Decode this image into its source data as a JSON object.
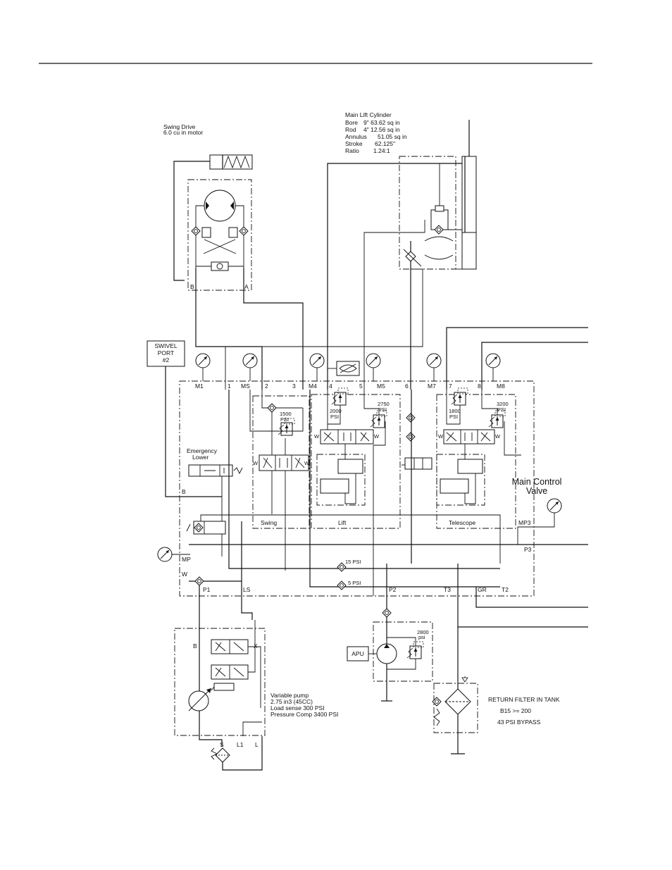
{
  "swing_drive": {
    "title": "Swing Drive",
    "motor": "6.0 cu in motor",
    "port_b": "B",
    "port_a": "A"
  },
  "main_lift_cylinder": {
    "title": "Main Lift Cylinder",
    "specs": [
      {
        "name": "Bore",
        "value": "9\"    63.62 sq in"
      },
      {
        "name": "Rod",
        "value": "4\"    12.56 sq in"
      },
      {
        "name": "Annulus",
        "value": "51.05  sq in"
      },
      {
        "name": "Stroke",
        "value": "62.125\""
      },
      {
        "name": "Ratio",
        "value": "1.24:1"
      }
    ]
  },
  "swivel_port": {
    "line1": "SWIVEL",
    "line2": "PORT",
    "line3": "#2"
  },
  "main_control_valve": {
    "title_line1": "Main Control",
    "title_line2": "Valve",
    "ports_top": [
      "M1",
      "1",
      "MS",
      "2",
      "3",
      "M4",
      "4",
      "5",
      "M5",
      "6",
      "M7",
      "7",
      "8",
      "M8"
    ],
    "ports_side": [
      "B",
      "MP3",
      "P3",
      "MP",
      "W"
    ],
    "ports_bottom": [
      "P1",
      "LS",
      "P2",
      "T3",
      "GR",
      "T2"
    ],
    "relief_settings": [
      {
        "value": "1500",
        "unit": "PSI"
      },
      {
        "value": "2000",
        "unit": "PSI"
      },
      {
        "value": "2750",
        "unit": "PSI"
      },
      {
        "value": "1800",
        "unit": "PSI"
      },
      {
        "value": "3200",
        "unit": "PSI"
      }
    ],
    "sections": [
      "Swing",
      "Lift",
      "Telescope"
    ],
    "emergency_line1": "Emergency",
    "emergency_line2": "Lower",
    "check_valves": [
      {
        "label": "15 PSI"
      },
      {
        "label": "5 PSI"
      }
    ]
  },
  "apu": {
    "label": "APU",
    "relief_value": "2800",
    "relief_unit": "psi"
  },
  "variable_pump": {
    "lines": [
      "Variable pump",
      "2.75 in3 (45CC)",
      "Load sense 300 PSI",
      "Pressure Comp 3400 PSI"
    ],
    "port_b": "B",
    "port_x": "X",
    "ports_bottom": [
      "S",
      "L1",
      "L"
    ]
  },
  "return_filter": {
    "lines": [
      "RETURN FILTER IN TANK",
      "B15 >= 200",
      "43 PSI BYPASS"
    ]
  }
}
